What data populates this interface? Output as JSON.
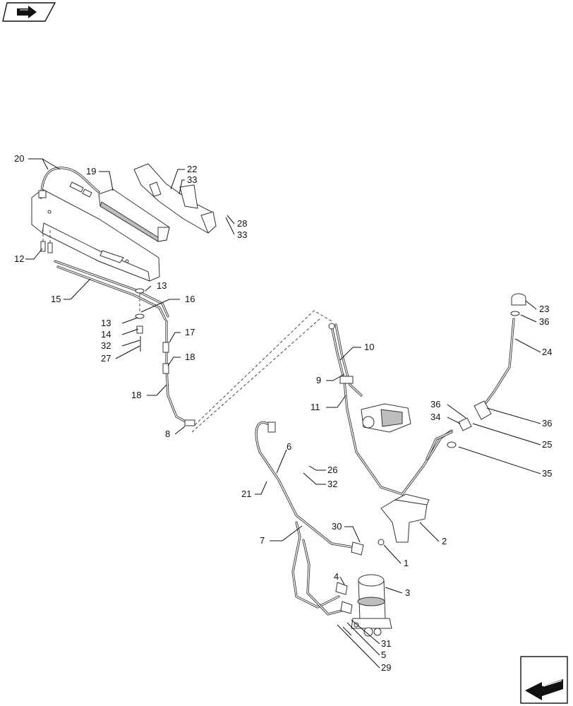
{
  "nav": {
    "top_icon": "forward-arrow-icon",
    "bottom_icon": "return-arrow-icon"
  },
  "callouts": [
    {
      "id": "c20",
      "text": "20"
    },
    {
      "id": "c19",
      "text": "19"
    },
    {
      "id": "c22",
      "text": "22"
    },
    {
      "id": "c33a",
      "text": "33"
    },
    {
      "id": "c28",
      "text": "28"
    },
    {
      "id": "c33b",
      "text": "33"
    },
    {
      "id": "c12",
      "text": "12"
    },
    {
      "id": "c15",
      "text": "15"
    },
    {
      "id": "c13a",
      "text": "13"
    },
    {
      "id": "c16",
      "text": "16"
    },
    {
      "id": "c13b",
      "text": "13"
    },
    {
      "id": "c14",
      "text": "14"
    },
    {
      "id": "c17",
      "text": "17"
    },
    {
      "id": "c32a",
      "text": "32"
    },
    {
      "id": "c27",
      "text": "27"
    },
    {
      "id": "c18a",
      "text": "18"
    },
    {
      "id": "c18b",
      "text": "18"
    },
    {
      "id": "c8",
      "text": "8"
    },
    {
      "id": "c23",
      "text": "23"
    },
    {
      "id": "c36a",
      "text": "36"
    },
    {
      "id": "c10",
      "text": "10"
    },
    {
      "id": "c24",
      "text": "24"
    },
    {
      "id": "c9",
      "text": "9"
    },
    {
      "id": "c11",
      "text": "11"
    },
    {
      "id": "c36b",
      "text": "36"
    },
    {
      "id": "c36c",
      "text": "36"
    },
    {
      "id": "c34",
      "text": "34"
    },
    {
      "id": "c25",
      "text": "25"
    },
    {
      "id": "c6",
      "text": "6"
    },
    {
      "id": "c26",
      "text": "26"
    },
    {
      "id": "c35",
      "text": "35"
    },
    {
      "id": "c21",
      "text": "21"
    },
    {
      "id": "c32b",
      "text": "32"
    },
    {
      "id": "c7",
      "text": "7"
    },
    {
      "id": "c30",
      "text": "30"
    },
    {
      "id": "c2",
      "text": "2"
    },
    {
      "id": "c1",
      "text": "1"
    },
    {
      "id": "c4",
      "text": "4"
    },
    {
      "id": "c3",
      "text": "3"
    },
    {
      "id": "c31",
      "text": "31"
    },
    {
      "id": "c5",
      "text": "5"
    },
    {
      "id": "c29",
      "text": "29"
    }
  ]
}
